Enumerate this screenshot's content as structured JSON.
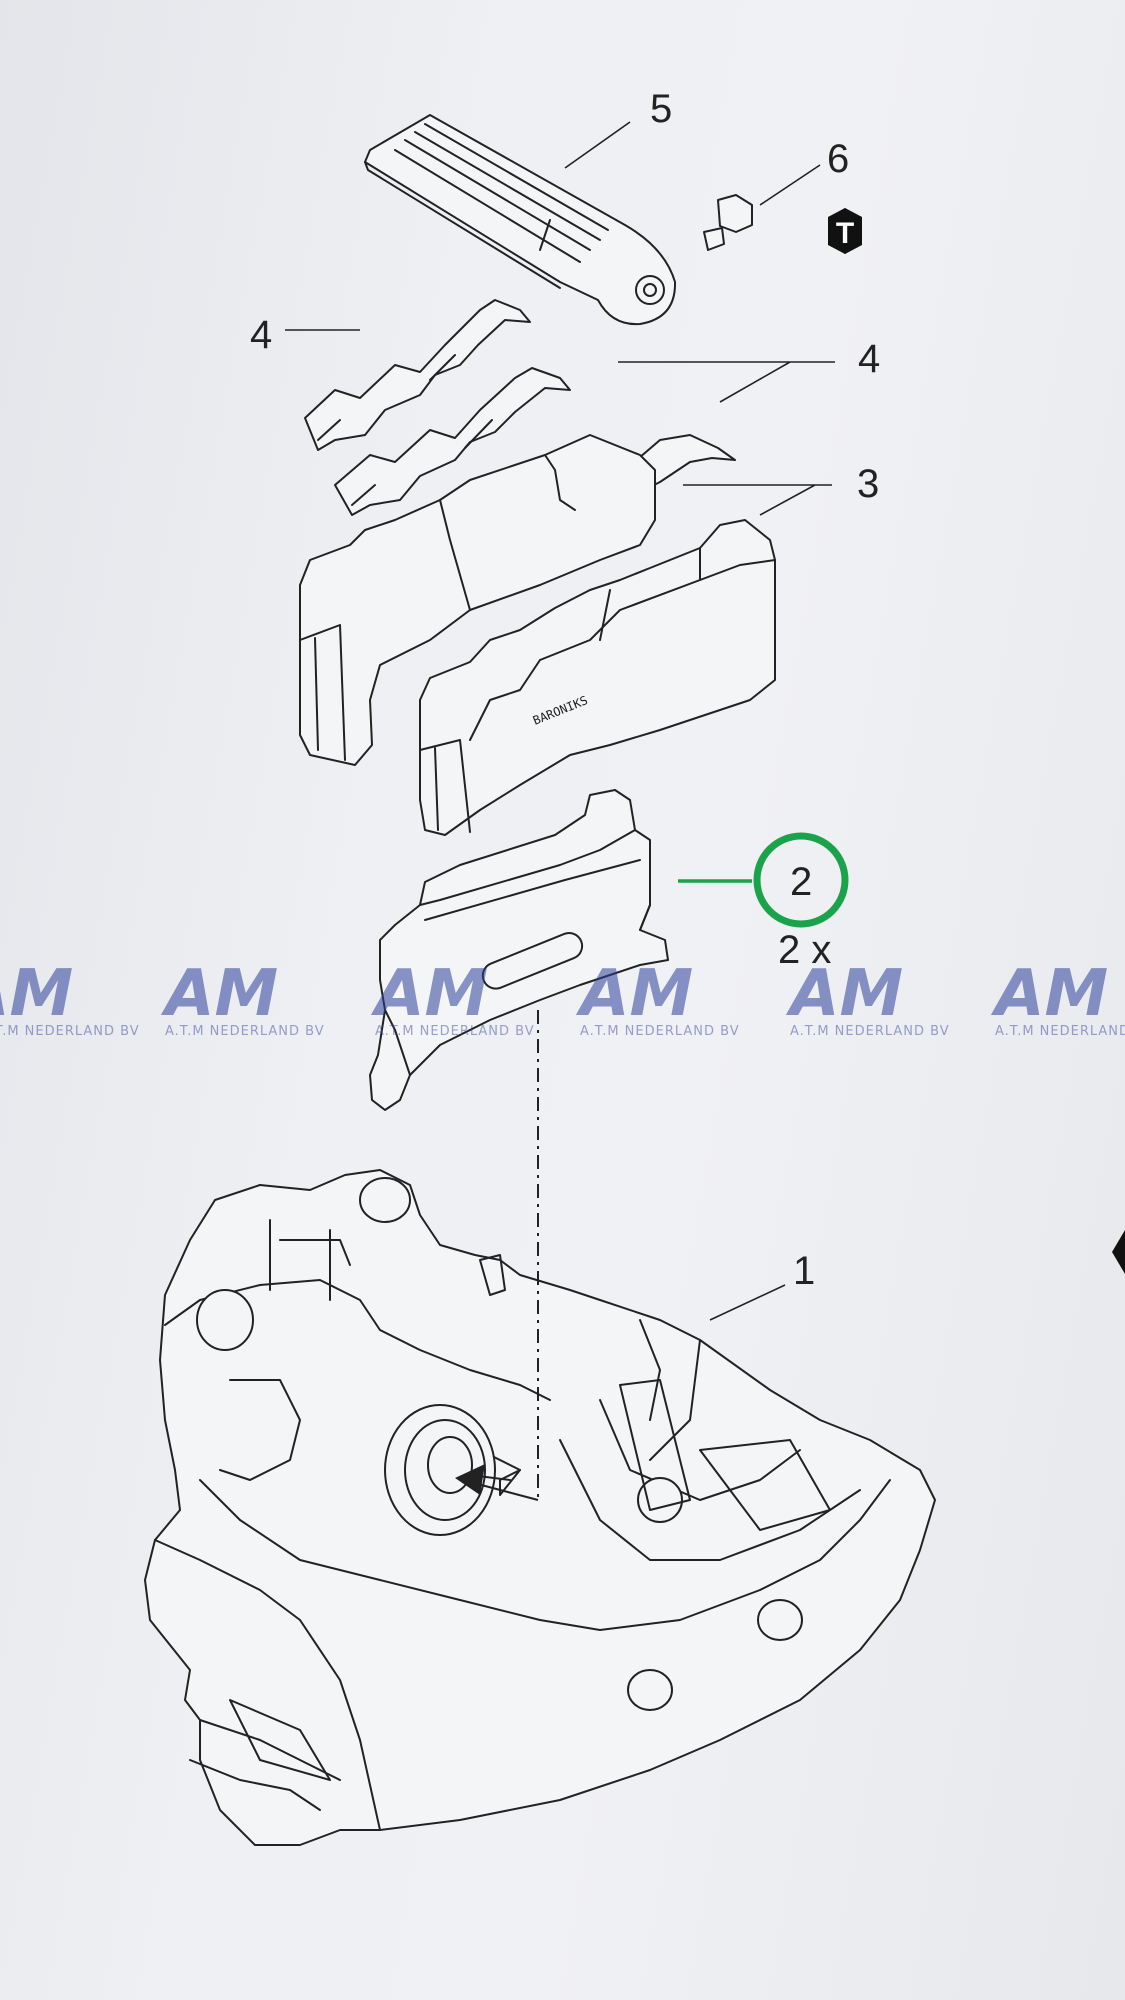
{
  "callouts": {
    "c1": "1",
    "c2": "2",
    "c2_qty": "2 x",
    "c3": "3",
    "c4a": "4",
    "c4b": "4",
    "c5": "5",
    "c6": "6"
  },
  "torque_symbol": "T",
  "pad_marking": "BARONIKS",
  "watermark": {
    "logo": "AM",
    "subtitle": "A.T.M NEDERLAND BV"
  },
  "colors": {
    "highlight": "#1aa34a",
    "watermark": "#2c3f9a"
  }
}
